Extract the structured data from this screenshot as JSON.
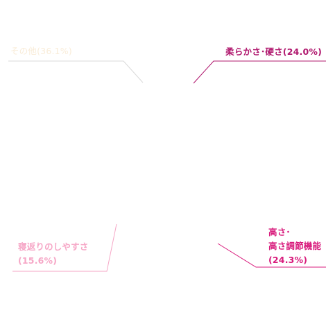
{
  "chart_data": {
    "type": "pie",
    "title": "",
    "categories": [
      "柔らかさ・硬さ",
      "高さ・高さ調節機能",
      "寝返りのしやすさ",
      "その他"
    ],
    "values": [
      24.0,
      24.3,
      15.6,
      36.1
    ],
    "labels": {
      "softness": {
        "lines": [
          "柔らかさ･硬さ(24.0%)"
        ],
        "color": "#b0186e"
      },
      "height": {
        "lines": [
          "高さ･",
          "高さ調節機能",
          "(24.3%)"
        ],
        "color": "#d81b7c"
      },
      "rolling": {
        "lines": [
          "寝返りのしやすさ",
          "(15.6%)"
        ],
        "color": "#f6a6c6"
      },
      "other": {
        "lines": [
          "その他(36.1%)"
        ],
        "color": "#f9ecd8"
      }
    },
    "slice_colors": {
      "softness": "#ffffff",
      "height": "#ffffff",
      "rolling": "#ffffff",
      "other": "#ffffff"
    },
    "leader_colors": {
      "softness": "#b0186e",
      "height": "#d81b7c",
      "rolling": "#f6a6c6",
      "other": "#d9d9d9"
    },
    "legend": "none"
  }
}
